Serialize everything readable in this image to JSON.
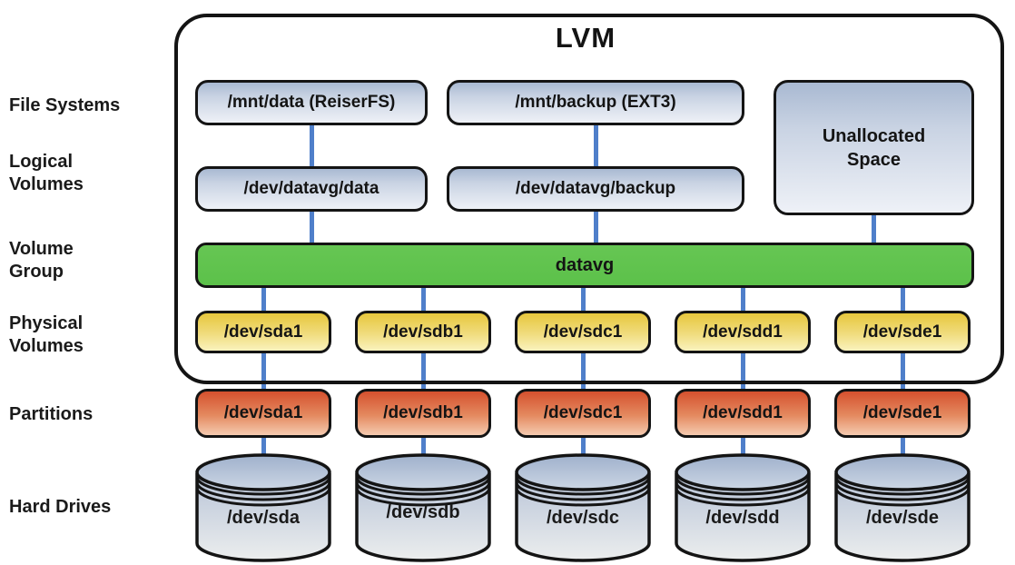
{
  "diagram_title": "LVM",
  "row_labels": {
    "file_systems": "File Systems",
    "logical_volumes": "Logical\nVolumes",
    "volume_group": "Volume\nGroup",
    "physical_volumes": "Physical\nVolumes",
    "partitions": "Partitions",
    "hard_drives": "Hard Drives"
  },
  "file_systems": [
    "/mnt/data (ReiserFS)",
    "/mnt/backup (EXT3)"
  ],
  "unallocated_space": "Unallocated\nSpace",
  "logical_volumes": [
    "/dev/datavg/data",
    "/dev/datavg/backup"
  ],
  "volume_group": "datavg",
  "physical_volumes": [
    "/dev/sda1",
    "/dev/sdb1",
    "/dev/sdc1",
    "/dev/sdd1",
    "/dev/sde1"
  ],
  "partitions": [
    "/dev/sda1",
    "/dev/sdb1",
    "/dev/sdc1",
    "/dev/sdd1",
    "/dev/sde1"
  ],
  "hard_drives": [
    "/dev/sda",
    "/dev/sdb",
    "/dev/sdc",
    "/dev/sdd",
    "/dev/sde"
  ],
  "colors": {
    "box_blue_top": "#a9b9d2",
    "box_blue_bottom": "#eef1f7",
    "volume_group_green": "#5cc14a",
    "physical_volume_yellow_top": "#e7c73d",
    "physical_volume_yellow_bottom": "#faf2bd",
    "partition_red_top": "#d5512e",
    "partition_red_bottom": "#f5cbb0",
    "connector_blue": "#4f7fca",
    "outline_black": "#141414"
  }
}
